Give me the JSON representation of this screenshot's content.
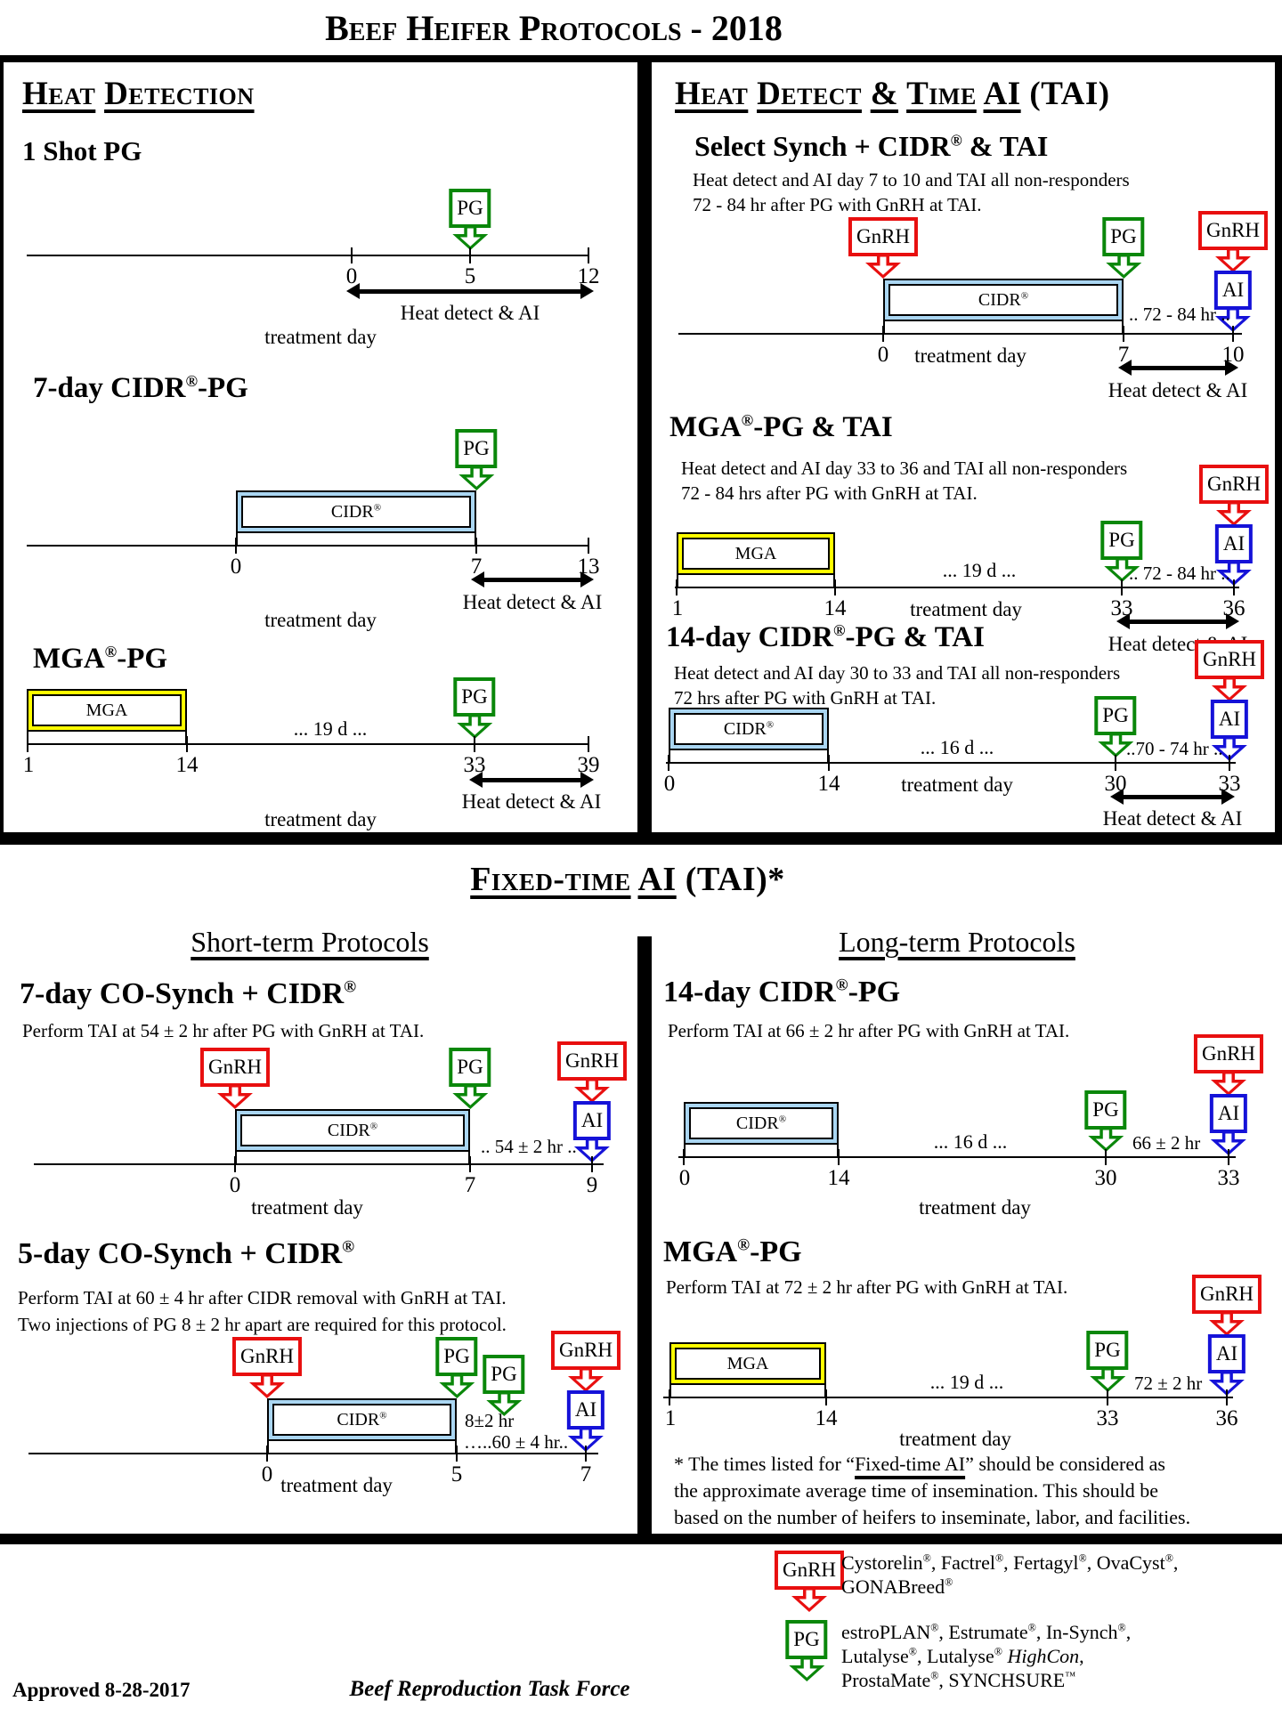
{
  "page_title": "Beef Heifer Protocols - 2018",
  "colors": {
    "gnrh_red": "#e80f0f",
    "pg_green": "#0a870a",
    "ai_blue": "#1512d8",
    "cidr_bar_fill": "#aad6f2",
    "mga_bar_fill": "#ffff00"
  },
  "labels": {
    "gnrh": "GnRH",
    "pg": "PG",
    "ai": "AI",
    "cidr": "CIDR®",
    "mga": "MGA",
    "treatment_day": "treatment day",
    "heat_detect_ai": "Heat detect & AI"
  },
  "sections": {
    "heat_detection": {
      "header": "Heat Detection"
    },
    "heat_detect_tai": {
      "header_underlined": "Heat Detect & Time AI",
      "header_plain": " (TAI)"
    },
    "fixed_time": {
      "header_underlined": "Fixed-time AI",
      "header_plain": " (TAI)*",
      "short_term_header": "Short-term Protocols",
      "long_term_header": "Long-term Protocols",
      "footnote_lines": [
        "* The times listed for “Fixed-time AI” should be considered as",
        "the approximate average time of insemination.  This should be",
        "based on the number of heifers to inseminate, labor, and facilities."
      ]
    }
  },
  "protocols": {
    "one_shot_pg": {
      "title": "1 Shot PG",
      "ticks": [
        "0",
        "5",
        "12"
      ]
    },
    "cidr7_pg": {
      "title": "7-day CIDR®-PG",
      "ticks": [
        "0",
        "7",
        "13"
      ]
    },
    "mga_pg": {
      "title": "MGA®-PG",
      "gap": "... 19 d ...",
      "ticks": [
        "1",
        "14",
        "33",
        "39"
      ]
    },
    "select_synch": {
      "title": "Select Synch + CIDR® & TAI",
      "desc": [
        "Heat detect and AI day 7 to 10 and TAI all non-responders",
        "72 - 84 hr after PG with GnRH at TAI."
      ],
      "hr": ".. 72 - 84 hr ..",
      "ticks": [
        "0",
        "7",
        "10"
      ]
    },
    "mga_pg_tai": {
      "title": "MGA®-PG & TAI",
      "desc": [
        "Heat detect and AI day 33 to 36 and TAI all non-responders",
        "72 - 84 hrs after PG with GnRH at TAI."
      ],
      "gap": "... 19 d ...",
      "hr": ".. 72 - 84 hr ..",
      "ticks": [
        "1",
        "14",
        "33",
        "36"
      ]
    },
    "cidr14_pg_tai": {
      "title": "14-day CIDR®-PG & TAI",
      "desc": [
        "Heat detect and AI day 30 to 33 and TAI all non-responders",
        "72 hrs after PG with GnRH at TAI."
      ],
      "gap": "... 16 d ...",
      "hr": "..70 - 74 hr ..",
      "ticks": [
        "0",
        "14",
        "30",
        "33"
      ]
    },
    "co_synch7": {
      "title": "7-day CO-Synch + CIDR®",
      "desc": [
        "Perform TAI at 54 ± 2 hr after PG with GnRH at TAI."
      ],
      "hr": ".. 54 ± 2 hr ..",
      "ticks": [
        "0",
        "7",
        "9"
      ]
    },
    "co_synch5": {
      "title": "5-day CO-Synch + CIDR®",
      "desc": [
        "Perform TAI at 60 ± 4 hr after CIDR removal with GnRH at TAI.",
        "Two injections of  PG 8 ± 2 hr apart are required for this protocol."
      ],
      "hr1": "8±2 hr",
      "hr2": "…..60 ± 4 hr..",
      "ticks": [
        "0",
        "5",
        "7"
      ]
    },
    "cidr14_pg": {
      "title": "14-day CIDR®-PG",
      "desc": [
        "Perform TAI at 66 ± 2 hr after PG with GnRH at TAI."
      ],
      "gap": "... 16 d ...",
      "hr": "66 ± 2 hr",
      "ticks": [
        "0",
        "14",
        "30",
        "33"
      ]
    },
    "mga_pg_long": {
      "title": "MGA®-PG",
      "desc": [
        "Perform TAI at 72 ± 2 hr after PG with GnRH at TAI."
      ],
      "gap": "... 19 d ...",
      "hr": "72 ± 2 hr",
      "ticks": [
        "1",
        "14",
        "33",
        "36"
      ]
    }
  },
  "footer": {
    "gnrh_products": [
      "Cystorelin®, Factrel®, Fertagyl®, OvaCyst®,",
      "GONABreed®"
    ],
    "pg_products": [
      "estroPLAN®, Estrumate®, In-Synch®,",
      "Lutalyse®,  Lutalyse® HighCon,",
      "ProstaMate®, SYNCHSURE™"
    ],
    "approved": "Approved 8-28-2017",
    "organization": "Beef Reproduction Task Force"
  }
}
